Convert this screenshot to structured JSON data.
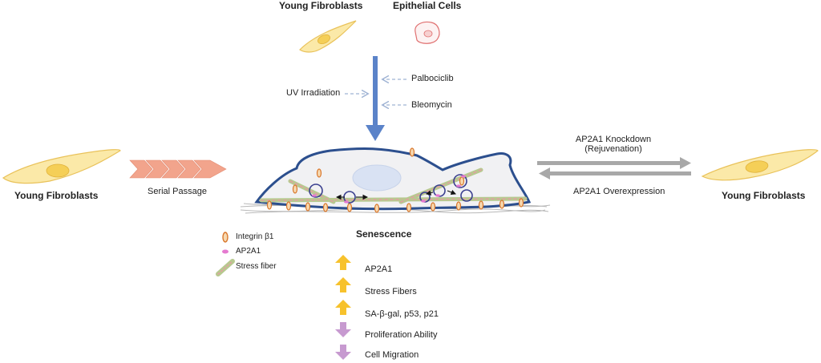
{
  "labels": {
    "top_young_fibroblasts": "Young Fibroblasts",
    "top_epithelial_cells": "Epithelial Cells",
    "uv_irradiation": "UV Irradiation",
    "palbociclib": "Palbociclib",
    "bleomycin": "Bleomycin",
    "left_young_fibroblasts": "Young Fibroblasts",
    "serial_passage": "Serial Passage",
    "senescence": "Senescence",
    "knockdown_line1": "AP2A1 Knockdown",
    "knockdown_line2": "(Rejuvenation)",
    "overexpression": "AP2A1 Overexpression",
    "right_young_fibroblasts": "Young Fibroblasts"
  },
  "legend": [
    {
      "label": "Integrin β1",
      "icon": "integrin-icon"
    },
    {
      "label": "AP2A1",
      "icon": "ap2a1-icon"
    },
    {
      "label": "Stress fiber",
      "icon": "stress-fiber-icon"
    }
  ],
  "effects": [
    {
      "label": "AP2A1",
      "direction": "up"
    },
    {
      "label": "Stress Fibers",
      "direction": "up"
    },
    {
      "label": "SA-β-gal, p53, p21",
      "direction": "up"
    },
    {
      "label": "Proliferation Ability",
      "direction": "down"
    },
    {
      "label": "Cell Migration",
      "direction": "down"
    }
  ],
  "colors": {
    "fibroblast_fill": "#fbe9a8",
    "fibroblast_stroke": "#e9c25a",
    "nucleus": "#f5cf57",
    "epithelial_stroke": "#e07070",
    "main_arrow": "#5b83c9",
    "dashed_arrow": "#9fb3d4",
    "chevron": "#f2a48c",
    "cell_outline": "#2c4f8e",
    "up_arrow": "#f7c22c",
    "down_arrow": "#c79ad0",
    "grey_arrow": "#a8a8a8"
  }
}
